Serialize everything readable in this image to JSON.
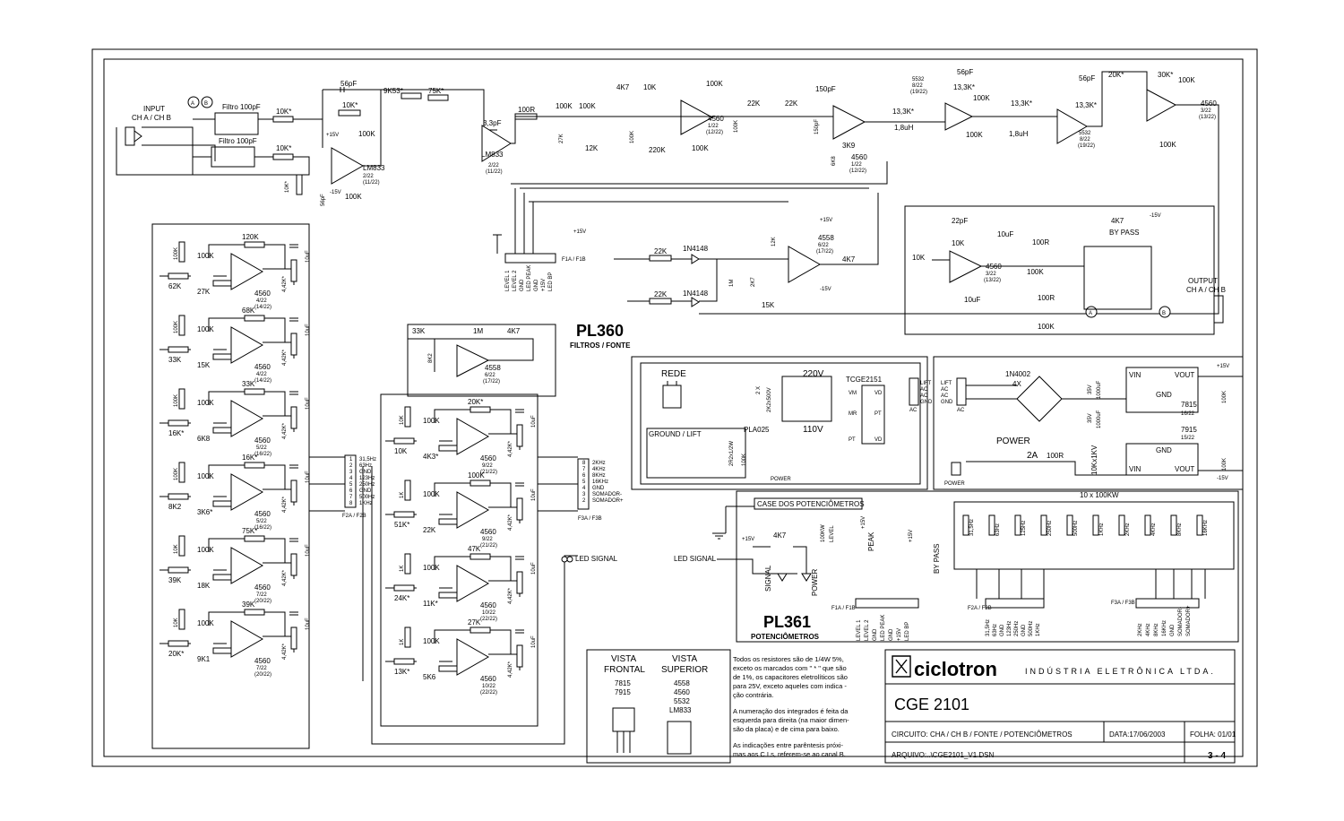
{
  "boards": {
    "pl360": {
      "title": "PL360",
      "subtitle": "FILTROS / FONTE"
    },
    "pl361": {
      "title": "PL361",
      "subtitle": "POTENCIÔMETROS"
    }
  },
  "io": {
    "input": "INPUT",
    "input_ch": "CH A / CH B",
    "output": "OUTPUT",
    "output_ch": "CH A / CH B",
    "node_a": "A",
    "node_b": "B",
    "filter1": "Filtro 100pF",
    "filter2": "Filtro 100pF",
    "bypass": "BY PASS",
    "led_signal": "LED SIGNAL",
    "led_signal2": "LED SIGNAL"
  },
  "input_stage": {
    "r1": "10K*",
    "r2": "10K*",
    "r3": "10K*",
    "r4": "10K*",
    "c1": "56pF",
    "c2": "56pF",
    "pwr1": "+15V",
    "pwr2": "-15V",
    "r_fb": "100K",
    "r_fb2": "100K",
    "ic": "LM833",
    "ic_pin": "2/22",
    "ic_pin2": "(11/22)"
  },
  "main_chain": [
    {
      "t": "9K53*"
    },
    {
      "t": "75K*"
    },
    {
      "t": "3,3pF"
    },
    {
      "t": "100R"
    },
    {
      "t": "LM833"
    },
    {
      "t": "2/22"
    },
    {
      "t": "(11/22)"
    },
    {
      "t": "100K"
    },
    {
      "t": "100K"
    },
    {
      "t": "27K"
    },
    {
      "t": "12K"
    },
    {
      "t": "100K"
    },
    {
      "t": "4K7"
    },
    {
      "t": "10K"
    },
    {
      "t": "100K"
    },
    {
      "t": "220K"
    },
    {
      "t": "4560"
    },
    {
      "t": "1/22"
    },
    {
      "t": "(12/22)"
    },
    {
      "t": "100K"
    },
    {
      "t": "100K"
    },
    {
      "t": "22K"
    },
    {
      "t": "22K"
    },
    {
      "t": "150pF"
    },
    {
      "t": "150pF"
    },
    {
      "t": "3K9"
    },
    {
      "t": "6K8"
    },
    {
      "t": "4560"
    },
    {
      "t": "1/22"
    },
    {
      "t": "(12/22)"
    },
    {
      "t": "13,3K*"
    },
    {
      "t": "1,8uH"
    },
    {
      "t": "5532"
    },
    {
      "t": "8/22"
    },
    {
      "t": "(19/22)"
    },
    {
      "t": "56pF"
    },
    {
      "t": "13,3K*"
    },
    {
      "t": "100K"
    },
    {
      "t": "100K"
    },
    {
      "t": "13,3K*"
    },
    {
      "t": "1,8uH"
    },
    {
      "t": "56pF"
    },
    {
      "t": "13,3K*"
    },
    {
      "t": "5532"
    },
    {
      "t": "8/22"
    },
    {
      "t": "(19/22)"
    },
    {
      "t": "20K*"
    },
    {
      "t": "30K*"
    },
    {
      "t": "100K"
    },
    {
      "t": "100K"
    },
    {
      "t": "4560"
    },
    {
      "t": "3/22"
    },
    {
      "t": "(13/22)"
    }
  ],
  "power_labels": {
    "p15": "+15V",
    "m15": "-15V"
  },
  "eq_bands_left": [
    {
      "r_in": "62K",
      "r_g": "27K",
      "r_fb": "120K",
      "r_out": "4,42K*",
      "cap": "10uF",
      "r_b": "100K",
      "ic": "4560",
      "pin": "4/22",
      "pin2": "(14/22)"
    },
    {
      "r_in": "33K",
      "r_g": "15K",
      "r_fb": "68K",
      "r_out": "4,42K*",
      "cap": "10uF",
      "r_b": "100K",
      "ic": "4560",
      "pin": "4/22",
      "pin2": "(14/22)"
    },
    {
      "r_in": "16K*",
      "r_g": "6K8",
      "r_fb": "33K",
      "r_out": "4,42K*",
      "cap": "10uF",
      "r_b": "100K",
      "ic": "4560",
      "pin": "5/22",
      "pin2": "(16/22)"
    },
    {
      "r_in": "8K2",
      "r_g": "3K6*",
      "r_fb": "16K*",
      "r_out": "4,42K*",
      "cap": "10uF",
      "r_b": "100K",
      "ic": "4560",
      "pin": "5/22",
      "pin2": "(16/22)"
    },
    {
      "r_in": "39K",
      "r_g": "18K",
      "r_fb": "75K*",
      "r_out": "4,42K*",
      "cap": "10uF",
      "r_b": "10K",
      "ic": "4560",
      "pin": "7/22",
      "pin2": "(20/22)"
    },
    {
      "r_in": "20K*",
      "r_g": "9K1",
      "r_fb": "39K",
      "r_out": "4,42K*",
      "cap": "10uF",
      "r_b": "10K",
      "ic": "4560",
      "pin": "7/22",
      "pin2": "(20/22)"
    }
  ],
  "eq_bands_right": [
    {
      "r_in": "10K",
      "r_g": "4K3*",
      "r_fb": "20K*",
      "r_out": "4,42K*",
      "cap": "10uF",
      "r_b": "10K",
      "ic": "4560",
      "pin": "9/22",
      "pin2": "(21/22)"
    },
    {
      "r_in": "51K*",
      "r_g": "22K",
      "r_fb": "100K",
      "r_out": "4,42K*",
      "cap": "10uF",
      "r_b": "1K",
      "ic": "4560",
      "pin": "9/22",
      "pin2": "(21/22)"
    },
    {
      "r_in": "24K*",
      "r_g": "11K*",
      "r_fb": "47K",
      "r_out": "4,42K*",
      "cap": "10uF",
      "r_b": "1K",
      "ic": "4560",
      "pin": "10/22",
      "pin2": "(22/22)"
    },
    {
      "r_in": "13K*",
      "r_g": "5K6",
      "r_fb": "27K",
      "r_out": "4,42K*",
      "cap": "10uF",
      "r_b": "1K",
      "ic": "4560",
      "pin": "10/22",
      "pin2": "(22/22)"
    }
  ],
  "summer": {
    "r1": "33K",
    "r2": "1M",
    "r3": "4K7",
    "r4": "8K2",
    "ic": "4558",
    "pin": "6/22",
    "pin2": "(17/22)"
  },
  "connector_f2": {
    "name": "F2A / F2B",
    "pins": [
      "31,5Hz",
      "63Hz",
      "GND",
      "123Hz",
      "250Hz",
      "GND",
      "500Hz",
      "1KHz"
    ],
    "nums": [
      "1",
      "2",
      "3",
      "4",
      "5",
      "6",
      "7",
      "8"
    ]
  },
  "connector_f3": {
    "name": "F3A / F3B",
    "pins": [
      "2KHz",
      "4KHz",
      "8KHz",
      "16KHz",
      "GND",
      "SOMADOR-",
      "SOMADOR+"
    ],
    "nums": [
      "8",
      "7",
      "6",
      "5",
      "4",
      "3",
      "2",
      "1"
    ]
  },
  "connector_f1": {
    "name": "F1A / F1B",
    "pins": [
      "LEVEL 1",
      "LEVEL 2",
      "GND",
      "LED PEAK",
      "GND",
      "+15V",
      "LED BP"
    ]
  },
  "peak_detector": {
    "r1": "22K",
    "r2": "22K",
    "d1": "1N4148",
    "d2": "1N4148",
    "r3": "1M",
    "r4": "2K7",
    "r5": "12K",
    "r6": "15K",
    "r7": "4K7",
    "ic": "4558",
    "pin": "6/22",
    "pin2": "(17/22)"
  },
  "output_stage": {
    "c1": "22pF",
    "r1": "10K",
    "r2": "10K",
    "c2": "10uF",
    "r3": "100R",
    "r4": "100K",
    "c3": "10uF",
    "ic": "4560",
    "pin": "3/22",
    "pin2": "(13/22)",
    "r5": "4K7",
    "r6": "100R",
    "r7": "100K"
  },
  "power_supply": {
    "rede": "REDE",
    "cap": "2 X",
    "cap2": "2K2x500V",
    "v220": "220V",
    "v110": "110V",
    "pla": "PLA025",
    "gnd_lift": "GROUND / LIFT",
    "tr": "TCGE2151",
    "tr_pins": [
      "VM",
      "MR",
      "PT",
      "VD",
      "PT",
      "VD"
    ],
    "r_lift": "2R2x1/2W",
    "r_lift2": "100K",
    "lift": [
      "LIFT",
      "AC",
      "AC",
      "GND",
      "AC"
    ],
    "lift2": [
      "LIFT",
      "AC",
      "AC",
      "GND",
      "AC"
    ],
    "bridge": "1N4002",
    "bridge_n": "4X",
    "c_big": "1000uF",
    "c_big2": "1000uF",
    "v35": "35V",
    "v35b": "35V",
    "reg1": "7815",
    "reg1_pin": "16/22",
    "reg2": "7915",
    "reg2_pin": "15/22",
    "vin": "VIN",
    "vout": "VOUT",
    "gnd": "GND",
    "c100": "100K",
    "power": "POWER",
    "fuse": "2A",
    "r100": "100R",
    "cap_kv": "10Kx1KV",
    "power2": "POWER",
    "plus15": "+15V",
    "minus15": "-15V"
  },
  "pl361": {
    "case": "CASE DOS POTENCIÔMETROS",
    "pots": "10 x 100KW",
    "r_led": "4K7",
    "plus15": "+15V",
    "signal": "SIGNAL",
    "power": "POWER",
    "level": "100KW",
    "level_lbl": "LEVEL",
    "peak": "PEAK",
    "bypass": "BY PASS",
    "bands": [
      "31,5Hz",
      "63Hz",
      "125Hz",
      "250Hz",
      "500Hz",
      "1KHz",
      "2KHz",
      "4KHz",
      "8KHz",
      "16KHz"
    ]
  },
  "packages": {
    "front": "VISTA",
    "front2": "FRONTAL",
    "top": "VISTA",
    "top2": "SUPERIOR",
    "reg_list": [
      "7815",
      "7915"
    ],
    "ic_list": [
      "4558",
      "4560",
      "5532",
      "LM833"
    ]
  },
  "notes": [
    "Todos os resistores são de 1/4W 5%,",
    "exceto os  marcados com \" * \" que são",
    "de 1%, os capacitores eletrolíticos são",
    "para 25V, exceto aqueles com indica -",
    "ção contrária.",
    "A numeração dos integrados é feita da",
    "esquerda para direita (na maior dimen-",
    "são da placa) e de cima para baixo.",
    "As indicações entre  parêntesis  próxi-",
    "mas aos C.I.s, referem-se ao canal B."
  ],
  "title_block": {
    "brand": "ciclotron",
    "company": "INDÚSTRIA ELETRÔNICA LTDA.",
    "model": "CGE 2101",
    "circuit": "CIRCUITO: CHA / CH B / FONTE / POTENCIÔMETROS",
    "date": "DATA:17/06/2003",
    "sheet": "FOLHA: 01/01",
    "file": "ARQUIVO:..\\CGE2101_V1.DSN",
    "page": "3 - 4"
  }
}
